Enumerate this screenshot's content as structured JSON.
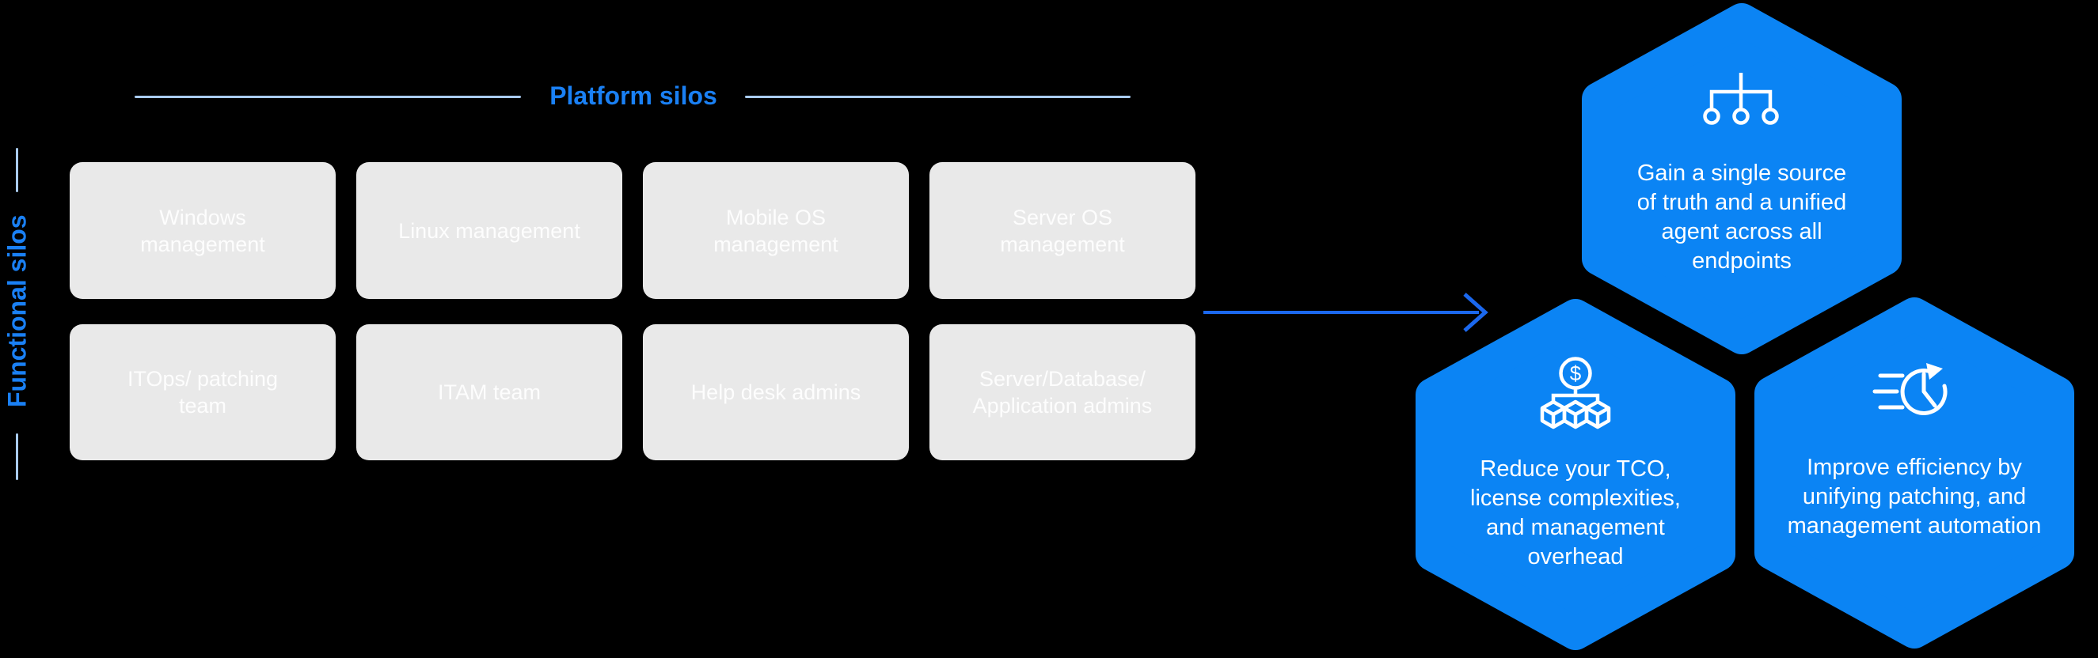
{
  "palette": {
    "background": "#000000",
    "hexagon_blue": "#0b84f4",
    "heading_blue": "#1a80f4",
    "light_blue_line": "#a9cbf0",
    "arrow_blue": "#1b68ee",
    "silo_box_gray": "#e9e9e9",
    "silo_box_text": "#fdfdfd",
    "hexagon_text": "#ffffff"
  },
  "vertical_header": {
    "label": "Functional silos"
  },
  "horizontal_header": {
    "label": "Platform silos"
  },
  "grid": {
    "boxes": [
      "Windows management",
      "Linux management",
      "Mobile OS management",
      "Server OS management",
      "ITOps/ patching team",
      "ITAM team",
      "Help desk admins",
      "Server/Database/ Application admins"
    ]
  },
  "arrow": {
    "direction": "right"
  },
  "hexagons": [
    {
      "icon": "sitemap-icon",
      "text": "Gain a single source of truth and a unified agent across all endpoints"
    },
    {
      "icon": "dollar-cubes-icon",
      "text": "Reduce your TCO, license complexities, and management overhead"
    },
    {
      "icon": "speed-clock-icon",
      "text": "Improve efficiency by unifying patching, and management automation"
    }
  ]
}
